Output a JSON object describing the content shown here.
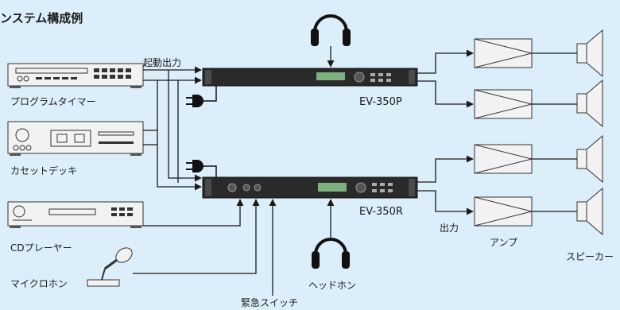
{
  "title": "ンステム構成例",
  "labels": {
    "trigger_output": "起動出力",
    "program_timer": "プログラムタイマー",
    "cassette_deck": "カセットデッキ",
    "cd_player": "CDプレーヤー",
    "microphone": "マイクロホン",
    "emergency_switch": "緊急スイッチ",
    "headphones_bottom": "ヘッドホン",
    "output": "出力",
    "amp": "アンプ",
    "speaker": "スピーカー"
  },
  "models": {
    "top": "EV-350P",
    "bottom": "EV-350R"
  },
  "colors": {
    "background": "#dceef9",
    "device_fill": "#f2f2f2",
    "rack_fill": "#2a2a2a",
    "lines": "#1a1a1a"
  }
}
